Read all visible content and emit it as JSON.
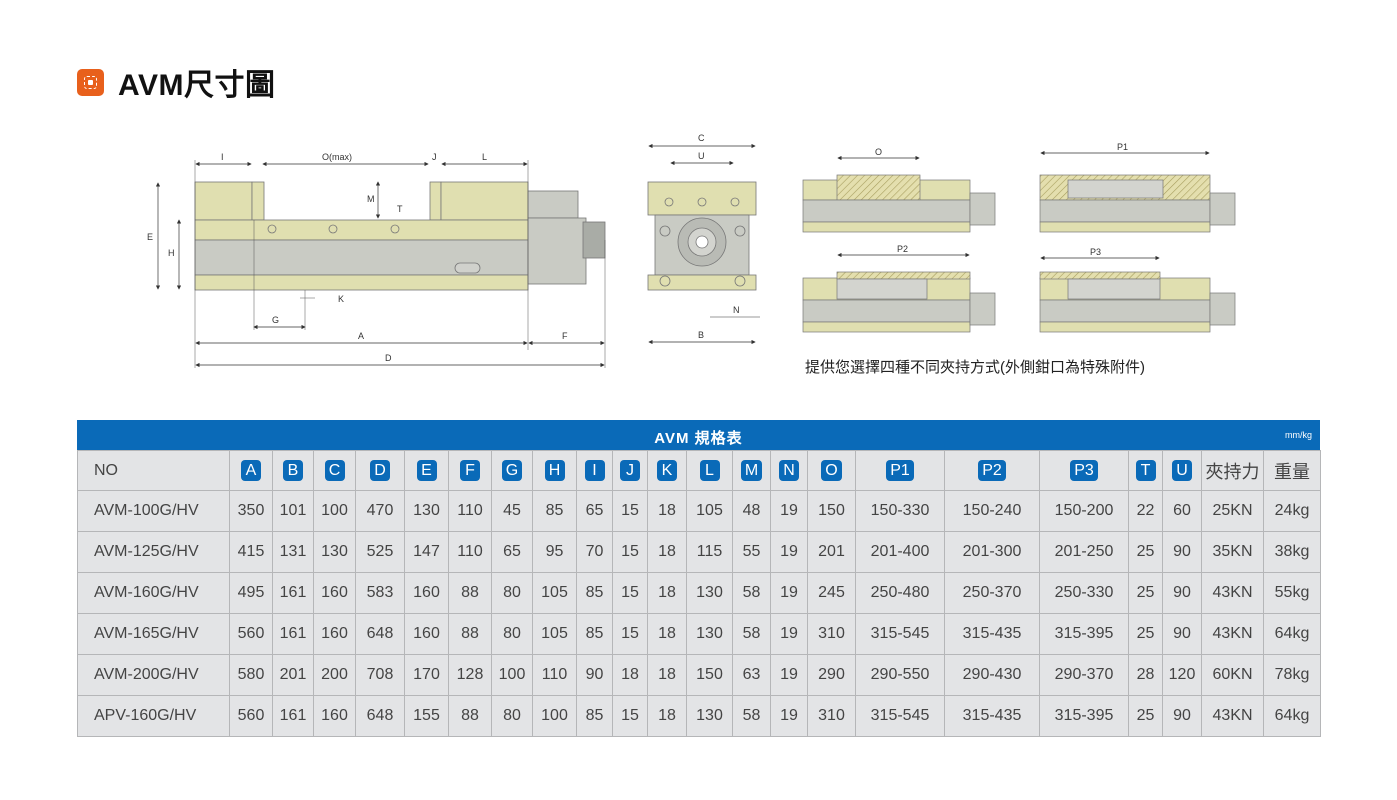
{
  "title": "AVM尺寸圖",
  "diagram": {
    "side_labels": {
      "I": "I",
      "O": "O(max)",
      "J": "J",
      "L": "L",
      "E": "E",
      "H": "H",
      "M": "M",
      "T": "T",
      "K": "K",
      "G": "G",
      "A": "A",
      "F": "F",
      "D": "D"
    },
    "front_labels": {
      "C": "C",
      "U": "U",
      "N": "N",
      "B": "B"
    },
    "mode_labels": {
      "O": "O",
      "P1": "P1",
      "P2": "P2",
      "P3": "P3"
    },
    "caption": "提供您選擇四種不同夾持方式(外側鉗口為特殊附件)"
  },
  "table": {
    "title": "AVM 規格表",
    "unit": "mm/kg",
    "no_header": "NO",
    "columns": [
      "A",
      "B",
      "C",
      "D",
      "E",
      "F",
      "G",
      "H",
      "I",
      "J",
      "K",
      "L",
      "M",
      "N",
      "O",
      "P1",
      "P2",
      "P3",
      "T",
      "U"
    ],
    "extra_columns": [
      "夾持力",
      "重量"
    ],
    "rows": [
      [
        "AVM-100G/HV",
        "350",
        "101",
        "100",
        "470",
        "130",
        "110",
        "45",
        "85",
        "65",
        "15",
        "18",
        "105",
        "48",
        "19",
        "150",
        "150-330",
        "150-240",
        "150-200",
        "22",
        "60",
        "25KN",
        "24kg"
      ],
      [
        "AVM-125G/HV",
        "415",
        "131",
        "130",
        "525",
        "147",
        "110",
        "65",
        "95",
        "70",
        "15",
        "18",
        "115",
        "55",
        "19",
        "201",
        "201-400",
        "201-300",
        "201-250",
        "25",
        "90",
        "35KN",
        "38kg"
      ],
      [
        "AVM-160G/HV",
        "495",
        "161",
        "160",
        "583",
        "160",
        "88",
        "80",
        "105",
        "85",
        "15",
        "18",
        "130",
        "58",
        "19",
        "245",
        "250-480",
        "250-370",
        "250-330",
        "25",
        "90",
        "43KN",
        "55kg"
      ],
      [
        "AVM-165G/HV",
        "560",
        "161",
        "160",
        "648",
        "160",
        "88",
        "80",
        "105",
        "85",
        "15",
        "18",
        "130",
        "58",
        "19",
        "310",
        "315-545",
        "315-435",
        "315-395",
        "25",
        "90",
        "43KN",
        "64kg"
      ],
      [
        "AVM-200G/HV",
        "580",
        "201",
        "200",
        "708",
        "170",
        "128",
        "100",
        "110",
        "90",
        "18",
        "18",
        "150",
        "63",
        "19",
        "290",
        "290-550",
        "290-430",
        "290-370",
        "28",
        "120",
        "60KN",
        "78kg"
      ],
      [
        "APV-160G/HV",
        "560",
        "161",
        "160",
        "648",
        "155",
        "88",
        "80",
        "100",
        "85",
        "15",
        "18",
        "130",
        "58",
        "19",
        "310",
        "315-545",
        "315-435",
        "315-395",
        "25",
        "90",
        "43KN",
        "64kg"
      ]
    ]
  }
}
